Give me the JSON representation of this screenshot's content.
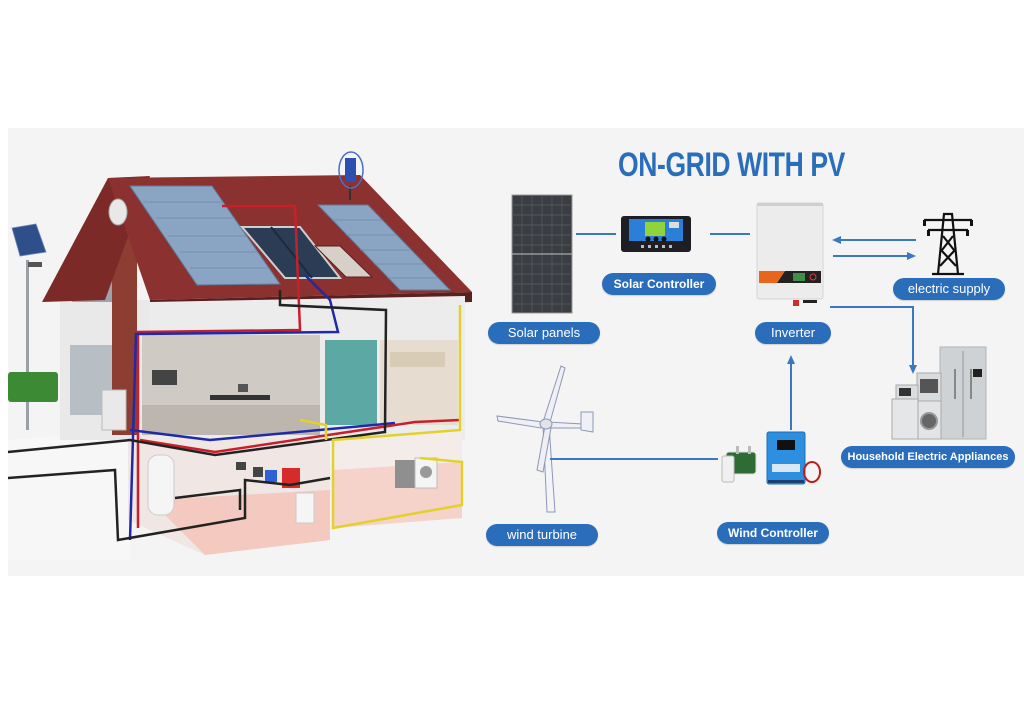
{
  "diagram": {
    "title": "ON-GRID WITH PV",
    "accent_color": "#2a6ebb",
    "background_color": "#f4f4f4",
    "nodes": [
      {
        "id": "solar_panels",
        "label": "Solar panels",
        "icon": "solar-panel-icon"
      },
      {
        "id": "solar_controller",
        "label": "Solar Controller",
        "icon": "charge-controller-icon"
      },
      {
        "id": "inverter",
        "label": "Inverter",
        "icon": "inverter-icon"
      },
      {
        "id": "electric_supply",
        "label": "electric supply",
        "icon": "transmission-tower-icon"
      },
      {
        "id": "household_appliances",
        "label": "Household Electric Appliances",
        "icon": "appliances-icon"
      },
      {
        "id": "wind_turbine",
        "label": "wind turbine",
        "icon": "wind-turbine-icon"
      },
      {
        "id": "wind_controller",
        "label": "Wind Controller",
        "icon": "wind-controller-icon"
      }
    ],
    "edges": [
      {
        "from": "solar_panels",
        "to": "solar_controller",
        "type": "line"
      },
      {
        "from": "solar_controller",
        "to": "inverter",
        "type": "line"
      },
      {
        "from": "electric_supply",
        "to": "inverter",
        "type": "arrow"
      },
      {
        "from": "inverter",
        "to": "electric_supply",
        "type": "arrow"
      },
      {
        "from": "inverter",
        "to": "household_appliances",
        "type": "arrow"
      },
      {
        "from": "wind_turbine",
        "to": "wind_controller",
        "type": "line"
      },
      {
        "from": "wind_controller",
        "to": "inverter",
        "type": "arrow"
      }
    ]
  },
  "illustration": {
    "subject": "cutaway house with rooftop solar panels, solar thermal collectors, small roof wind turbine, and wiring",
    "icon": "house-cutaway-illustration"
  }
}
